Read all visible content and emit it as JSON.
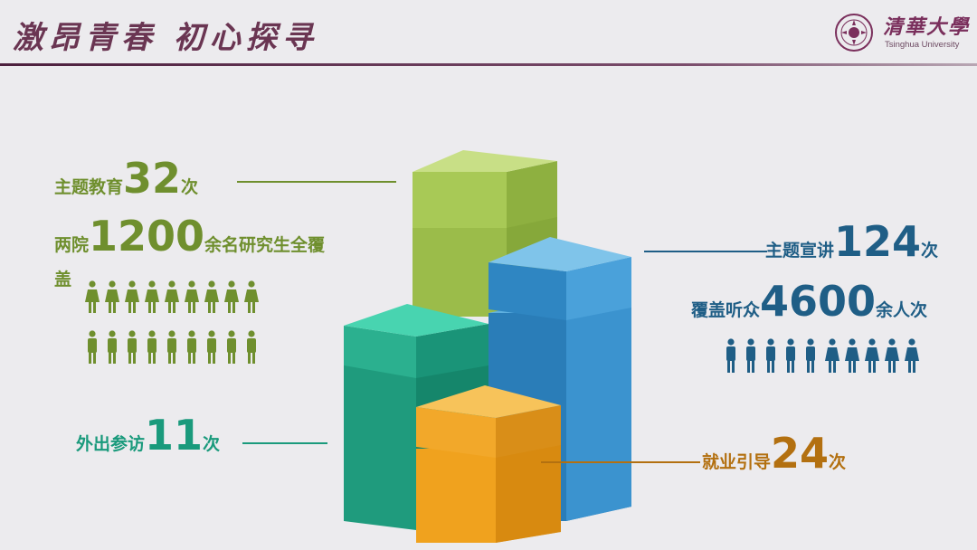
{
  "header": {
    "title": "激昂青春  初心探寻",
    "university_cn": "清華大學",
    "university_en": "Tsinghua University"
  },
  "stats": {
    "topic_education": {
      "label": "主题教育",
      "value": "32",
      "suffix": "次"
    },
    "coverage": {
      "label": "两院",
      "value": "1200",
      "suffix": "余名研究生全覆",
      "suffix2": "盖"
    },
    "topic_lecture": {
      "label": "主题宣讲",
      "value": "124",
      "suffix": "次"
    },
    "audience": {
      "label": "覆盖听众",
      "value": "4600",
      "suffix": "余人次"
    },
    "visits": {
      "label": "外出参访",
      "value": "11",
      "suffix": "次"
    },
    "employment": {
      "label": "就业引导",
      "value": "24",
      "suffix": "次"
    }
  },
  "colors": {
    "green": "#6f8f2e",
    "blue": "#1f5e86",
    "teal": "#1a9a7c",
    "orange": "#b37010",
    "title": "#6a3552"
  },
  "icons": {
    "people_female": "female-person-icon",
    "people_male": "male-person-icon"
  }
}
